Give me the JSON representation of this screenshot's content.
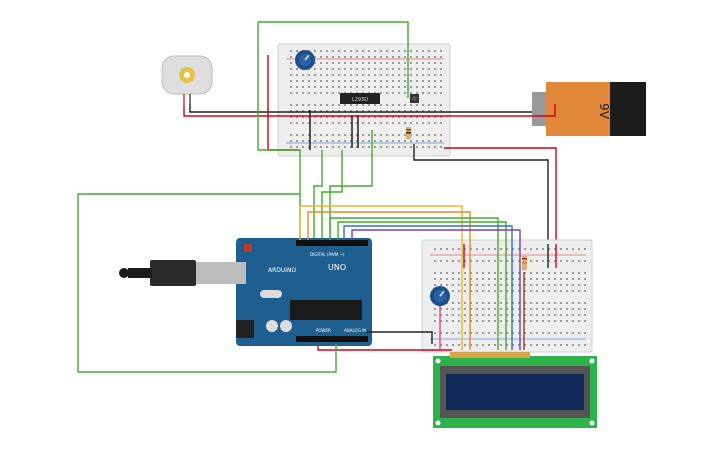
{
  "window": {
    "title": ""
  },
  "breadboard_top": {
    "chip_label": "L293D"
  },
  "battery": {
    "label": "9V"
  },
  "arduino": {
    "brand_label": "ARDUINO",
    "model_label": "UNO",
    "digital_label": "DIGITAL (PWM ~)",
    "power_label": "POWER",
    "analog_label": "ANALOG IN"
  },
  "colors": {
    "wire_red": "#d0021b",
    "wire_black": "#222222",
    "wire_green": "#3fae2a",
    "wire_yellow": "#f2b233",
    "wire_blue": "#2f6fd6",
    "wire_purple": "#7a3fb0",
    "wire_orange": "#e58a1f",
    "wire_pink": "#d64a8a",
    "arduino_blue": "#1f5f8f",
    "breadboard": "#efefef",
    "battery_orange": "#e0873a",
    "lcd_green": "#2db34a",
    "lcd_screen": "#102a5a"
  }
}
